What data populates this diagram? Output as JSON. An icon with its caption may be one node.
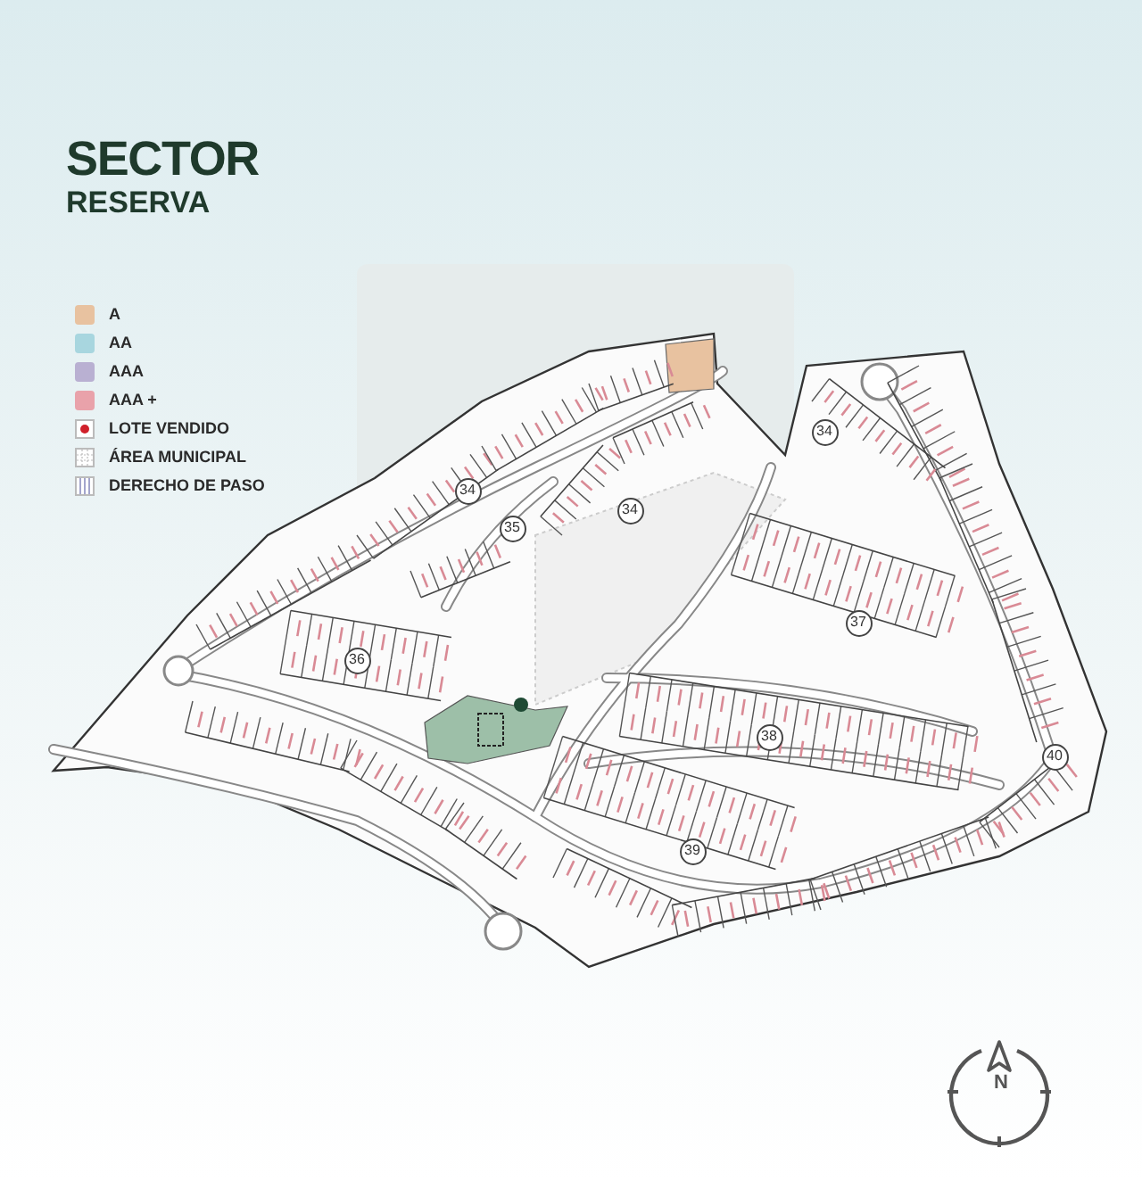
{
  "diagram": {
    "title": "SECTOR RESERVA",
    "labels": [
      "34",
      "34",
      "34",
      "35",
      "37",
      "36",
      "38",
      "40",
      "39",
      "N"
    ],
    "legend": [
      {
        "text": "A",
        "color": "#e8c2a0"
      },
      {
        "text": "AA",
        "color": "#a8d6df"
      },
      {
        "text": "AAA",
        "color": "#b9b0d2"
      },
      {
        "text": "AAA +",
        "color": "#e9a2aa"
      },
      {
        "text": "LOTE VENDIDO"
      },
      {
        "text": "ÁREA MUNICIPAL"
      },
      {
        "text": "DERECHO DE PASO"
      }
    ]
  }
}
